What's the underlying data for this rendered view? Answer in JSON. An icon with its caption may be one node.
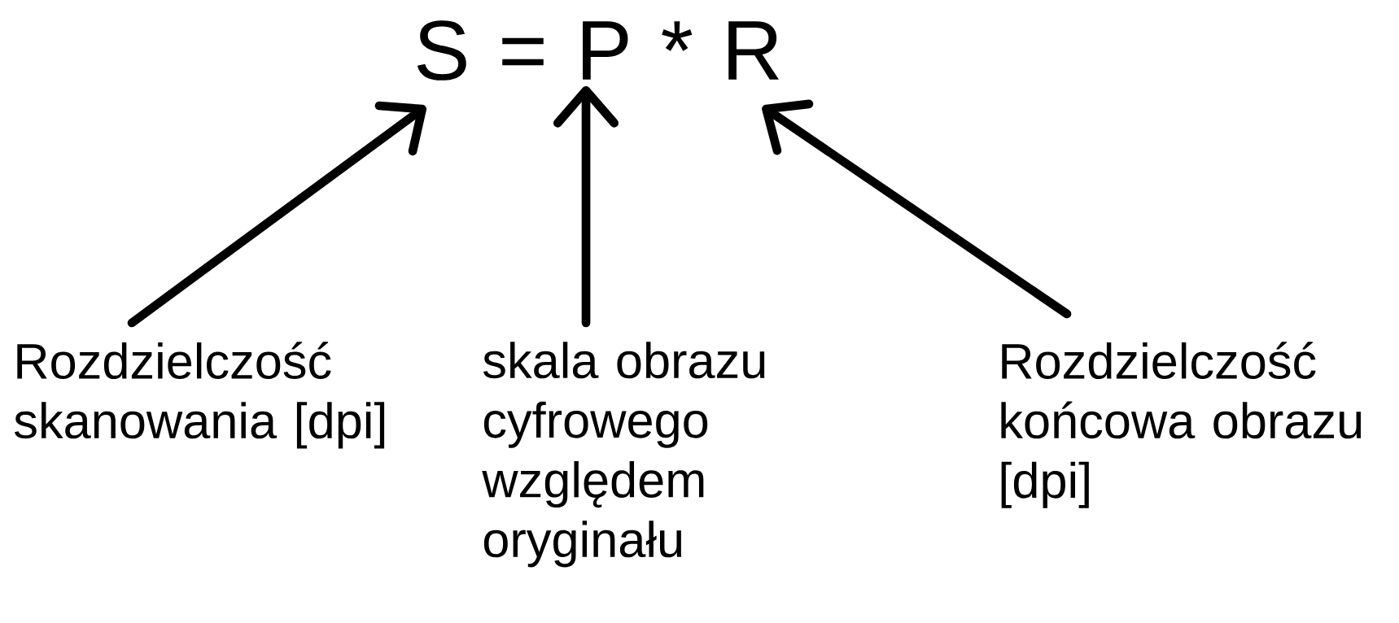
{
  "diagram": {
    "nodes": [
      {
        "text": [
          "S = P * R"
        ]
      },
      {
        "text": [
          "Rozdzielczość skanowania [dpi]"
        ]
      },
      {
        "text": [
          "skala obrazu cyfrowego względem oryginału"
        ]
      },
      {
        "text": [
          "Rozdzielczość końcowa obrazu [dpi]"
        ]
      }
    ],
    "edges": [
      {
        "from": 1,
        "to": 0,
        "arrow": "to"
      },
      {
        "from": 2,
        "to": 0,
        "arrow": "to"
      },
      {
        "from": 3,
        "to": 0,
        "arrow": "to"
      }
    ]
  }
}
